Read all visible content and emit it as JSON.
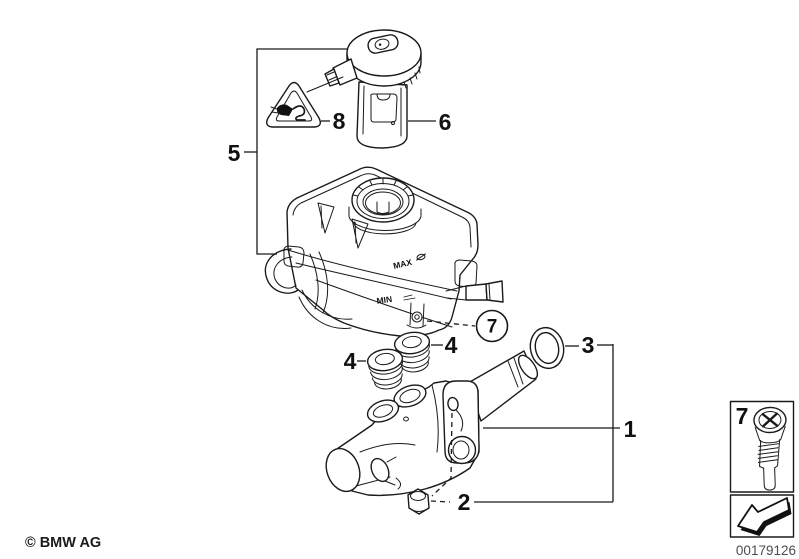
{
  "figure": {
    "callouts": {
      "c1": "1",
      "c2": "2",
      "c3": "3",
      "c4a": "4",
      "c4b": "4",
      "c5": "5",
      "c6": "6",
      "c7_circle": "7",
      "c7_inset": "7",
      "c8": "8"
    },
    "markings": {
      "max": "MAX",
      "min": "MIN"
    },
    "footer": {
      "copyright": "© BMW AG",
      "code": "00179126"
    },
    "colors": {
      "line": "#1a1a1a",
      "background": "#ffffff",
      "code_text": "#4d4d4d"
    }
  }
}
